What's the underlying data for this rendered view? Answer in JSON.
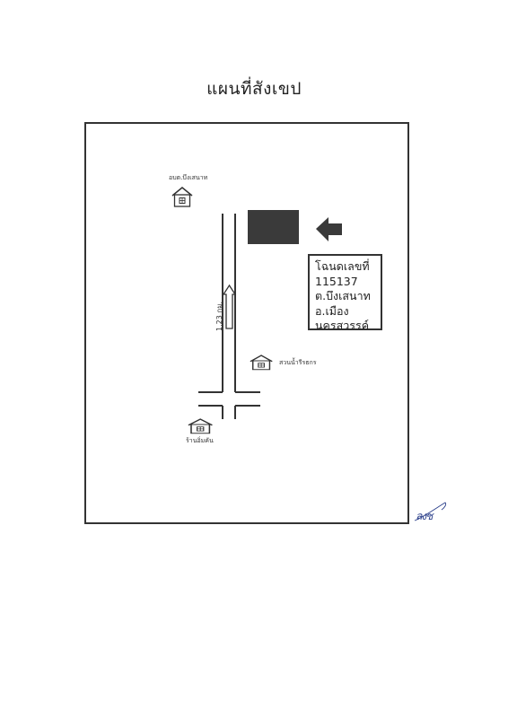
{
  "title": "แผนที่สังเขป",
  "deed": {
    "line1": "โฉนดเลขที่",
    "line2": "115137",
    "line3": "ต.บึงเสนาท",
    "line4": "อ.เมือง",
    "line5": "นครสวรรค์"
  },
  "landmarks": {
    "top_left": "อบต.บึงเสนาท",
    "right": "สวนน้ำรีรธกร",
    "bottom": "ร้านอิ่มคัน"
  },
  "distance_label": "1.23 กม.",
  "signature": "ลงช",
  "colors": {
    "line": "#333333",
    "plot_fill": "#3a3a3a",
    "signature_ink": "#2b3f8a"
  }
}
